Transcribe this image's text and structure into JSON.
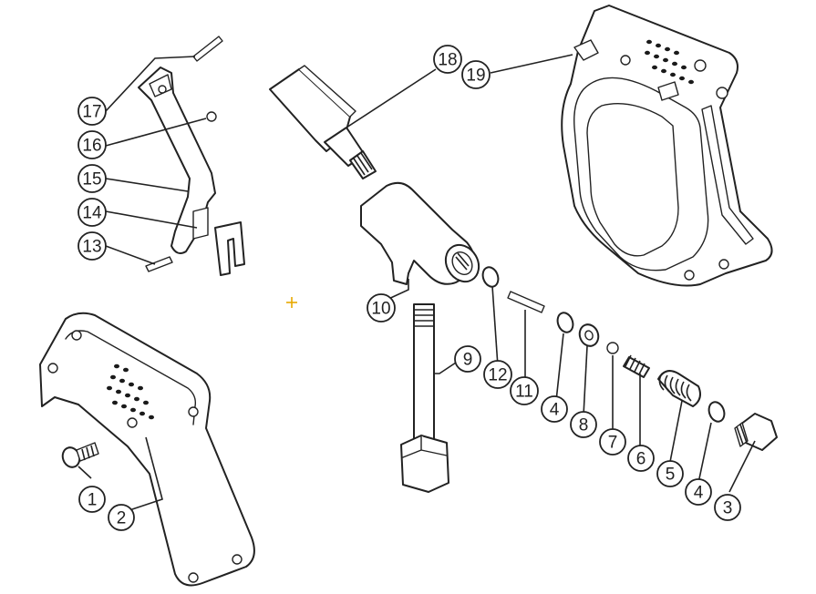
{
  "callouts": [
    {
      "label": "1"
    },
    {
      "label": "2"
    },
    {
      "label": "3"
    },
    {
      "label": "4"
    },
    {
      "label": "4"
    },
    {
      "label": "5"
    },
    {
      "label": "6"
    },
    {
      "label": "7"
    },
    {
      "label": "8"
    },
    {
      "label": "9"
    },
    {
      "label": "10"
    },
    {
      "label": "11"
    },
    {
      "label": "12"
    },
    {
      "label": "13"
    },
    {
      "label": "14"
    },
    {
      "label": "15"
    },
    {
      "label": "16"
    },
    {
      "label": "17"
    },
    {
      "label": "18"
    },
    {
      "label": "19"
    }
  ],
  "colors": {
    "line": "#222222",
    "marker": "#e8a800",
    "background": "#ffffff"
  }
}
